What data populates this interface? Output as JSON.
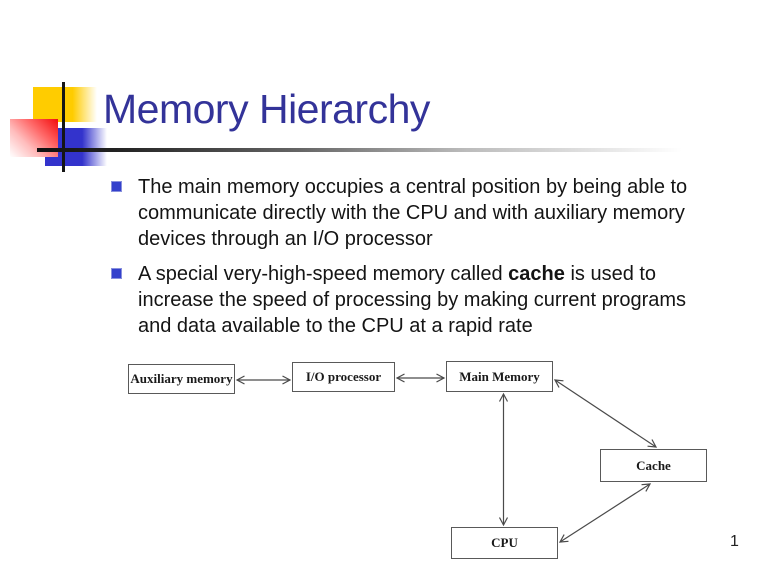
{
  "slide": {
    "title": "Memory Hierarchy",
    "page_number": "1"
  },
  "bullets": [
    {
      "lines": [
        [
          {
            "text": "The main memory occupies a central position by being able to"
          }
        ],
        [
          {
            "text": "communicate directly with the CPU and with auxiliary memory"
          }
        ],
        [
          {
            "text": "devices through an I/O processor"
          }
        ]
      ]
    },
    {
      "lines": [
        [
          {
            "text": "A special very-high-speed memory called "
          },
          {
            "text": "cache",
            "bold": true
          },
          {
            "text": " is used to"
          }
        ],
        [
          {
            "text": "increase the speed of processing by making current programs"
          }
        ],
        [
          {
            "text": "and data available to the CPU at a rapid rate"
          }
        ]
      ]
    }
  ],
  "diagram": {
    "boxes": [
      {
        "id": "auxiliary-memory",
        "label": "Auxiliary memory"
      },
      {
        "id": "io-processor",
        "label": "I/O processor"
      },
      {
        "id": "main-memory",
        "label": "Main Memory"
      },
      {
        "id": "cache",
        "label": "Cache"
      },
      {
        "id": "cpu",
        "label": "CPU"
      }
    ],
    "connections": [
      {
        "from": "auxiliary-memory",
        "to": "io-processor",
        "bidirectional": true
      },
      {
        "from": "io-processor",
        "to": "main-memory",
        "bidirectional": true
      },
      {
        "from": "main-memory",
        "to": "cpu",
        "bidirectional": true
      },
      {
        "from": "main-memory",
        "to": "cache",
        "bidirectional": true
      },
      {
        "from": "cache",
        "to": "cpu",
        "bidirectional": true
      }
    ]
  },
  "colors": {
    "title": "#333399",
    "bullet_marker": "#3340cc",
    "accent_yellow": "#ffcc00",
    "accent_blue": "#3333cc",
    "accent_red": "#f20d0d",
    "diagram_stroke": "#4a4a4a",
    "body_text": "#141414"
  }
}
